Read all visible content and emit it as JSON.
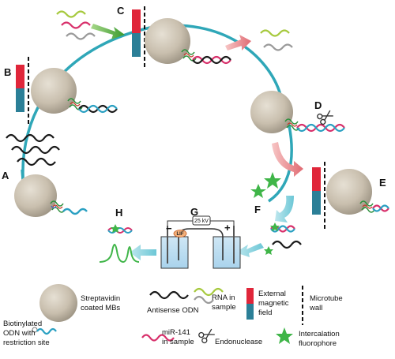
{
  "stages": {
    "a": "A",
    "b": "B",
    "c": "C",
    "d": "D",
    "e": "E",
    "f": "F",
    "g": "G",
    "h": "H"
  },
  "electrophoresis": {
    "voltage": "25 kV",
    "detector": "LIF",
    "minus": "−",
    "plus": "+"
  },
  "legend": {
    "beads": [
      "Streptavidin",
      "coated MBs"
    ],
    "antisense": [
      "Antisense ODN"
    ],
    "rna": [
      "RNA in",
      "sample"
    ],
    "magnet": [
      "External",
      "magnetic",
      "field"
    ],
    "wall": [
      "Microtube",
      "wall"
    ],
    "biotin": [
      "Biotinylated",
      "ODN with",
      "restriction site"
    ],
    "mir": [
      "miR-141",
      "in sample"
    ],
    "endo": [
      "Endonuclease"
    ],
    "fluor": [
      "Intercalation",
      "fluorophore"
    ]
  },
  "colors": {
    "ring": "#2fa7b8",
    "bead": "#c9bfae",
    "magnet_top": "#e0263a",
    "magnet_bottom": "#2b7f97",
    "mir": "#d8306b",
    "odn": "#2aa0c2",
    "antisense": "#1a1a1a",
    "rna": "#a6c93d",
    "fluor": "#3fb548"
  },
  "icons": {
    "scissors": "scissors-icon",
    "star": "star-icon"
  }
}
